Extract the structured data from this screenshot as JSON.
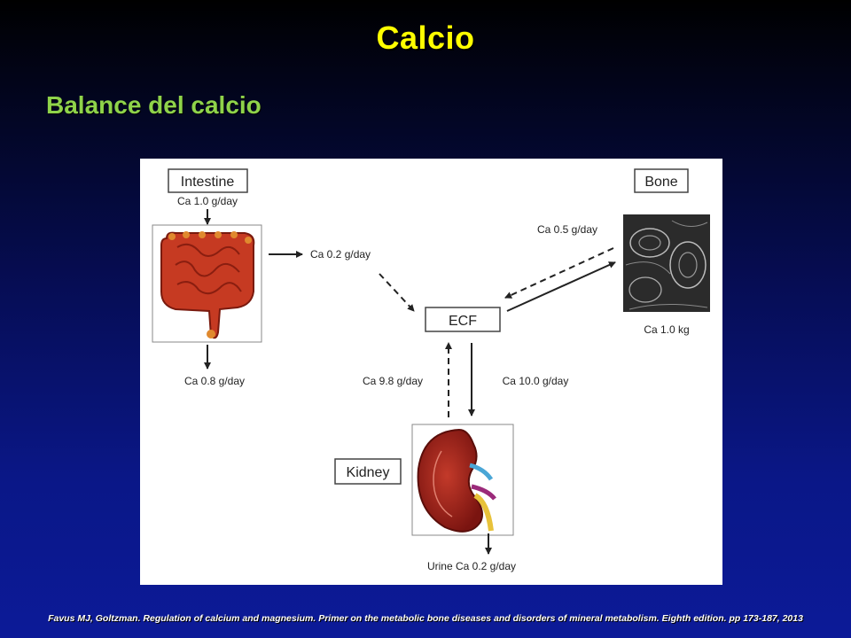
{
  "slide": {
    "title": "Calcio",
    "subtitle": "Balance del calcio",
    "citation": "Favus MJ, Goltzman. Regulation of calcium and magnesium. Primer on the metabolic bone diseases and disorders of mineral metabolism. Eighth edition. pp 173-187, 2013"
  },
  "diagram": {
    "intestine_label": "Intestine",
    "intestine_intake": "Ca 1.0 g/day",
    "intestine_to_ecf": "Ca 0.2 g/day",
    "intestine_excretion": "Ca 0.8 g/day",
    "bone_label": "Bone",
    "bone_to_ecf": "Ca 0.5 g/day",
    "bone_store": "Ca 1.0 kg",
    "ecf_label": "ECF",
    "kidney_reabsorption": "Ca 9.8 g/day",
    "kidney_filtration": "Ca 10.0 g/day",
    "kidney_label": "Kidney",
    "urine": "Urine Ca 0.2 g/day"
  },
  "colors": {
    "title": "#ffff00",
    "subtitle": "#8fd34a",
    "arrow": "#222222"
  }
}
